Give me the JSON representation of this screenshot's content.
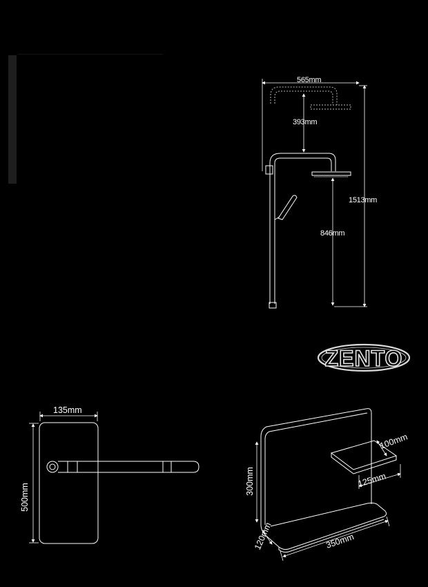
{
  "brand": {
    "logo_text": "ZENTO"
  },
  "shower_column": {
    "width_label": "565mm",
    "arm_drop_label": "393mm",
    "total_height_label": "1513mm",
    "handshower_height_label": "846mm"
  },
  "mixer_plate": {
    "width_label": "135mm",
    "height_label": "500mm"
  },
  "shelf": {
    "depth_label": "100mm",
    "length_label": "125mm",
    "height_label": "300mm",
    "base_depth_label": "120mm",
    "base_width_label": "350mm"
  },
  "colors": {
    "background": "#000000",
    "line": "#ffffff",
    "logo": "#d9d9d9"
  }
}
